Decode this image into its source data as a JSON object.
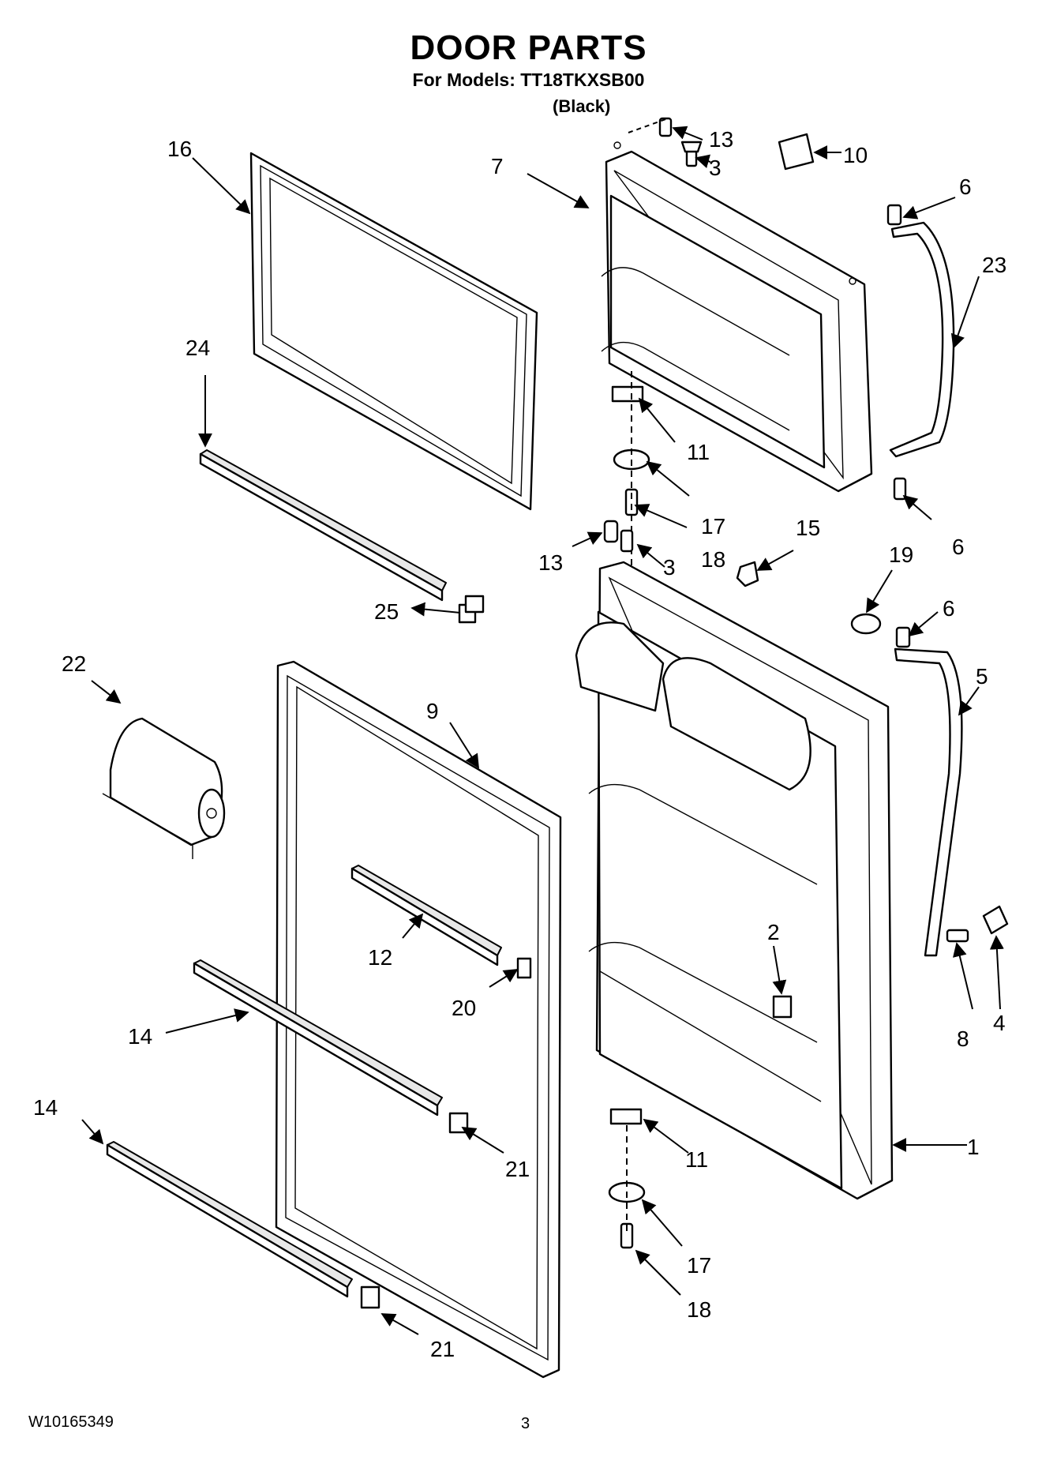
{
  "header": {
    "title": "DOOR PARTS",
    "subtitle": "For Models: TT18TKXSB00",
    "variant": "(Black)"
  },
  "footer": {
    "doc_number": "W10165349",
    "page_number": "3"
  },
  "callouts": {
    "c1": "1",
    "c2": "2",
    "c3a": "3",
    "c3b": "3",
    "c4": "4",
    "c5": "5",
    "c6a": "6",
    "c6b": "6",
    "c6c": "6",
    "c7": "7",
    "c8": "8",
    "c9": "9",
    "c10": "10",
    "c11a": "11",
    "c11b": "11",
    "c12": "12",
    "c13a": "13",
    "c13b": "13",
    "c14a": "14",
    "c14b": "14",
    "c15": "15",
    "c16": "16",
    "c17a": "17",
    "c17b": "17",
    "c18a": "18",
    "c18b": "18",
    "c19": "19",
    "c20": "20",
    "c21a": "21",
    "c21b": "21",
    "c22": "22",
    "c23": "23",
    "c24": "24",
    "c25": "25"
  }
}
